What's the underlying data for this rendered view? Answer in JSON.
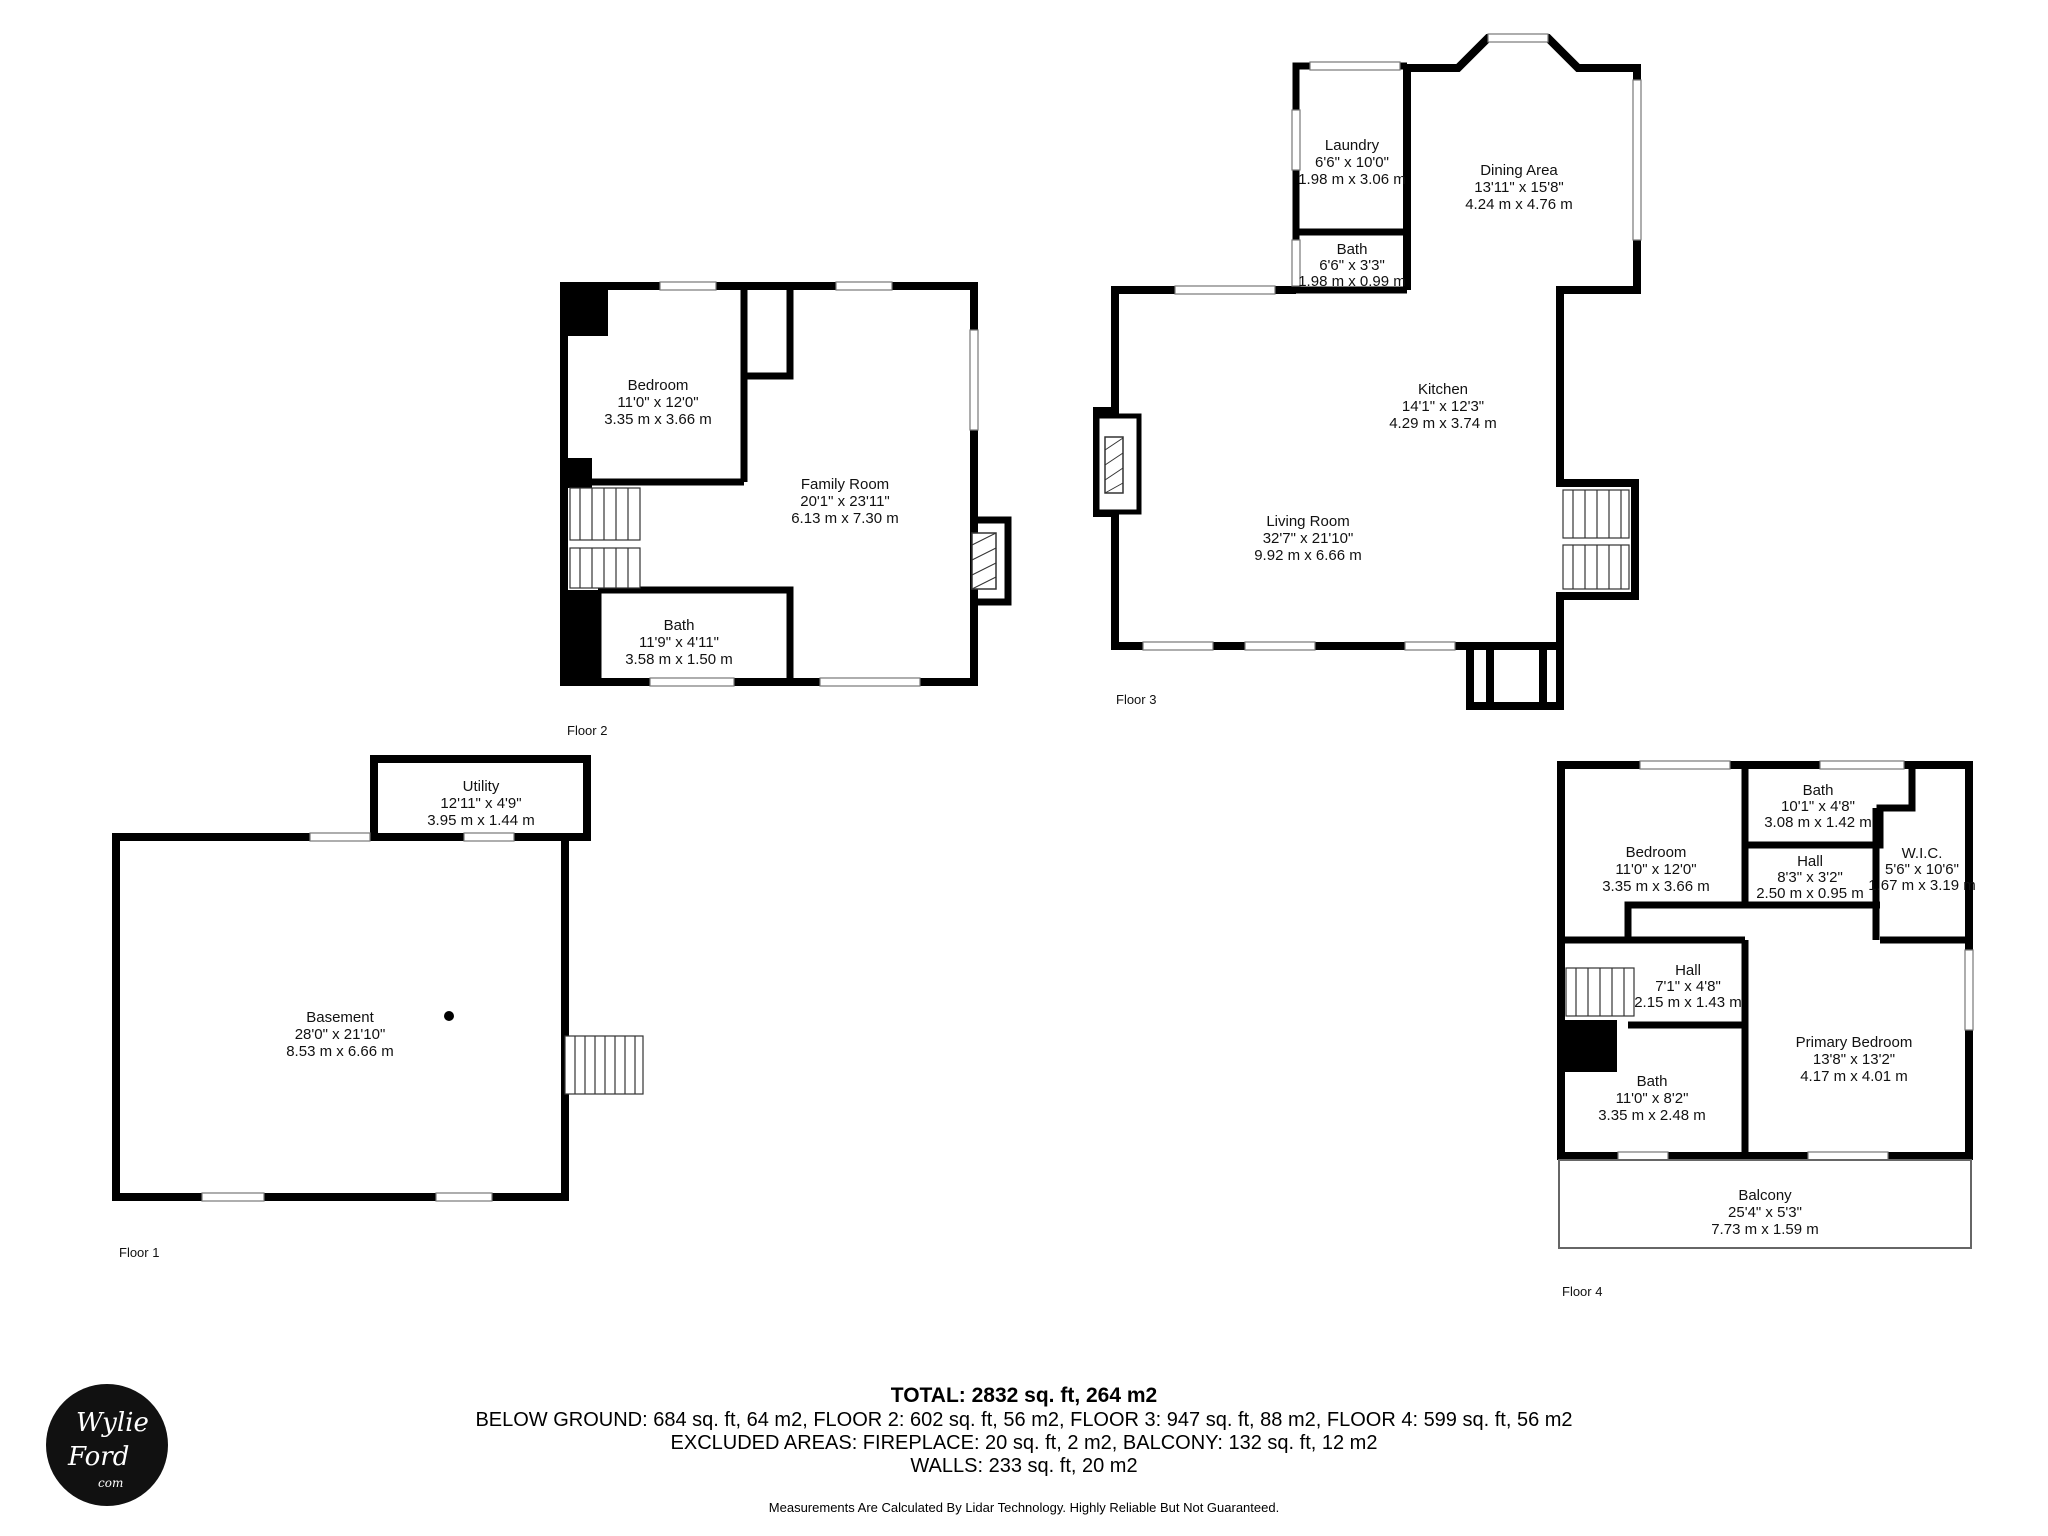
{
  "floors": [
    {
      "label": "Floor 1",
      "rooms": [
        {
          "name": "Utility",
          "imperial": "12'11\" x 4'9\"",
          "metric": "3.95 m x 1.44 m"
        },
        {
          "name": "Basement",
          "imperial": "28'0\" x 21'10\"",
          "metric": "8.53 m x 6.66 m"
        }
      ]
    },
    {
      "label": "Floor 2",
      "rooms": [
        {
          "name": "Bedroom",
          "imperial": "11'0\" x 12'0\"",
          "metric": "3.35 m x 3.66 m"
        },
        {
          "name": "Family Room",
          "imperial": "20'1\" x 23'11\"",
          "metric": "6.13 m x 7.30 m"
        },
        {
          "name": "Bath",
          "imperial": "11'9\" x 4'11\"",
          "metric": "3.58 m x 1.50 m"
        }
      ]
    },
    {
      "label": "Floor 3",
      "rooms": [
        {
          "name": "Laundry",
          "imperial": "6'6\" x 10'0\"",
          "metric": "1.98 m x 3.06 m"
        },
        {
          "name": "Dining Area",
          "imperial": "13'11\" x 15'8\"",
          "metric": "4.24 m x 4.76 m"
        },
        {
          "name": "Bath",
          "imperial": "6'6\" x 3'3\"",
          "metric": "1.98 m x 0.99 m"
        },
        {
          "name": "Kitchen",
          "imperial": "14'1\" x 12'3\"",
          "metric": "4.29 m x 3.74 m"
        },
        {
          "name": "Living Room",
          "imperial": "32'7\" x 21'10\"",
          "metric": "9.92 m x 6.66 m"
        }
      ]
    },
    {
      "label": "Floor 4",
      "rooms": [
        {
          "name": "Bath",
          "imperial": "10'1\" x 4'8\"",
          "metric": "3.08 m x 1.42 m"
        },
        {
          "name": "Bedroom",
          "imperial": "11'0\" x 12'0\"",
          "metric": "3.35 m x 3.66 m"
        },
        {
          "name": "Hall",
          "imperial": "8'3\" x 3'2\"",
          "metric": "2.50 m x 0.95 m"
        },
        {
          "name": "W.I.C.",
          "imperial": "5'6\" x 10'6\"",
          "metric": "1.67 m x 3.19 m"
        },
        {
          "name": "Hall",
          "imperial": "7'1\" x 4'8\"",
          "metric": "2.15 m x 1.43 m"
        },
        {
          "name": "Primary Bedroom",
          "imperial": "13'8\" x 13'2\"",
          "metric": "4.17 m x 4.01 m"
        },
        {
          "name": "Bath",
          "imperial": "11'0\" x 8'2\"",
          "metric": "3.35 m x 2.48 m"
        },
        {
          "name": "Balcony",
          "imperial": "25'4\" x 5'3\"",
          "metric": "7.73 m x 1.59 m"
        }
      ]
    }
  ],
  "summary": {
    "total": "TOTAL: 2832 sq. ft, 264 m2",
    "line1": "BELOW GROUND: 684 sq. ft, 64 m2, FLOOR 2: 602 sq. ft, 56 m2, FLOOR 3: 947 sq. ft, 88 m2, FLOOR 4: 599 sq. ft, 56 m2",
    "line2": "EXCLUDED AREAS: FIREPLACE: 20 sq. ft, 2 m2, BALCONY: 132 sq. ft, 12 m2",
    "line3": "WALLS: 233 sq. ft, 20 m2",
    "disclaimer": "Measurements Are Calculated By Lidar Technology. Highly Reliable But Not Guaranteed."
  },
  "logo": {
    "line1": "Wylie",
    "line2": "Ford",
    "line3": "com"
  },
  "colors": {
    "wall": "#000000",
    "background": "#ffffff"
  }
}
